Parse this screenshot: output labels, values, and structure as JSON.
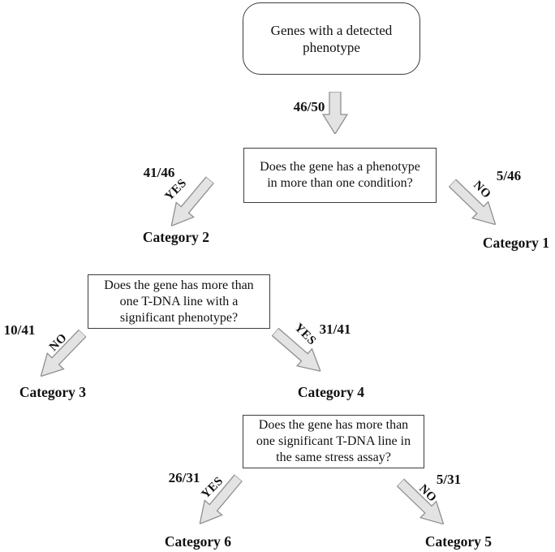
{
  "diagram": {
    "start_node": {
      "lines": [
        "Genes with a detected",
        "phenotype"
      ]
    },
    "root_flow": {
      "count": "46/50"
    },
    "questions": [
      {
        "lines": [
          "Does the gene has a phenotype",
          "in more than one condition?"
        ]
      },
      {
        "lines": [
          "Does the gene has more than",
          "one T-DNA line with a",
          "significant phenotype?"
        ]
      },
      {
        "lines": [
          "Does the gene has more than",
          "one significant T-DNA line in",
          "the same stress assay?"
        ]
      }
    ],
    "branches": [
      {
        "count": "41/46",
        "answer": "YES",
        "category": "Category 2"
      },
      {
        "count": "5/46",
        "answer": "NO",
        "category": "Category 1"
      },
      {
        "count": "10/41",
        "answer": "NO",
        "category": "Category 3"
      },
      {
        "count": "31/41",
        "answer": "YES",
        "category": "Category 4"
      },
      {
        "count": "26/31",
        "answer": "YES",
        "category": "Category 6"
      },
      {
        "count": "5/31",
        "answer": "NO",
        "category": "Category 5"
      }
    ],
    "colors": {
      "arrow_fill": "#e3e3e3",
      "arrow_stroke": "#8f8f8f",
      "box_border": "#3d3d3d",
      "text": "#111111",
      "background": "#ffffff"
    }
  }
}
